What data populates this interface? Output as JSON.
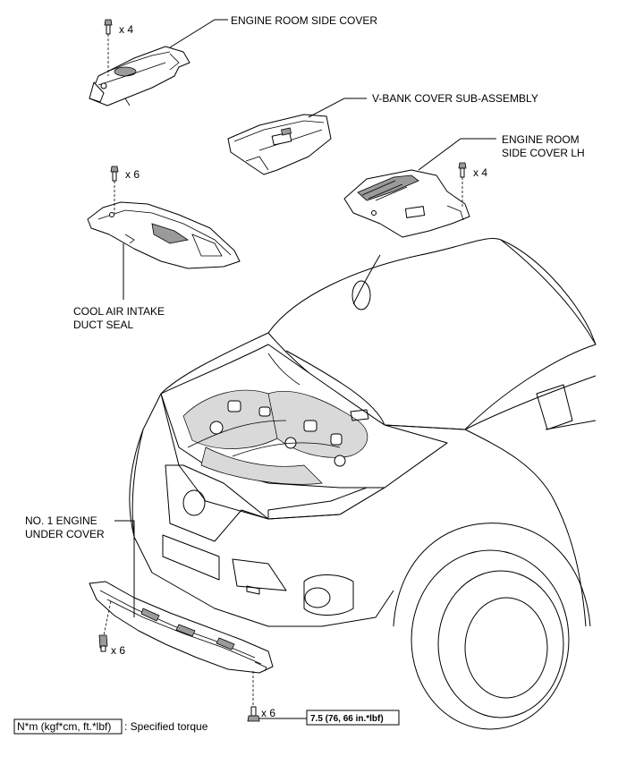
{
  "labels": {
    "engine_room_side_cover": "ENGINE ROOM SIDE COVER",
    "v_bank_cover": "V-BANK COVER SUB-ASSEMBLY",
    "engine_room_side_cover_lh_1": "ENGINE ROOM",
    "engine_room_side_cover_lh_2": "SIDE COVER LH",
    "cool_air_intake_1": "COOL AIR INTAKE",
    "cool_air_intake_2": "DUCT SEAL",
    "no1_under_cover_1": "NO. 1 ENGINE",
    "no1_under_cover_2": "UNDER COVER"
  },
  "fastener_counts": {
    "side_cover": "x 4",
    "side_cover_lh": "x 4",
    "intake_seal": "x 6",
    "under_cover_left": "x 6",
    "under_cover_bottom": "x 6"
  },
  "torque": {
    "value": "7.5 (76, 66 in.*lbf)",
    "legend_box": "N*m (kgf*cm, ft.*lbf)",
    "legend_text": ": Specified torque"
  }
}
